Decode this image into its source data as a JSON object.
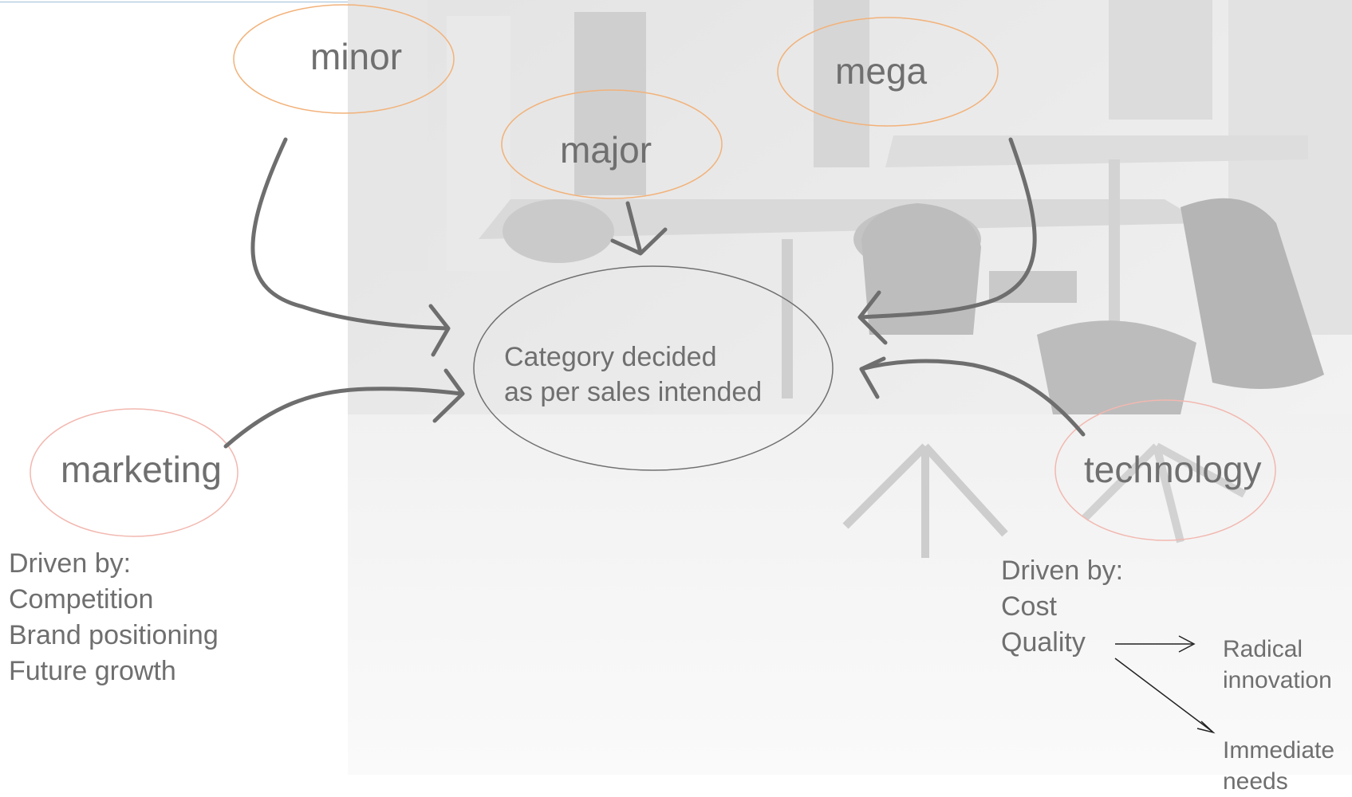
{
  "diagram": {
    "center_label_line1": "Category decided",
    "center_label_line2": "as per sales intended",
    "nodes": {
      "minor": "minor",
      "major": "major",
      "mega": "mega",
      "marketing": "marketing",
      "technology": "technology"
    },
    "marketing_drivers": {
      "heading": "Driven by:",
      "items": [
        "Competition",
        "Brand positioning",
        "Future growth"
      ]
    },
    "technology_drivers": {
      "heading": "Driven by:",
      "items": [
        "Cost",
        "Quality"
      ]
    },
    "quality_outcomes": {
      "radical_line1": "Radical",
      "radical_line2": "innovation",
      "immediate_line1": "Immediate",
      "immediate_line2": "needs"
    }
  },
  "colors": {
    "text": "#6f6f6f",
    "arrow": "#6e6e6e",
    "orange_ellipse": "#f2b27a",
    "pink_ellipse": "#f2b8b0",
    "center_ellipse": "#707070"
  }
}
